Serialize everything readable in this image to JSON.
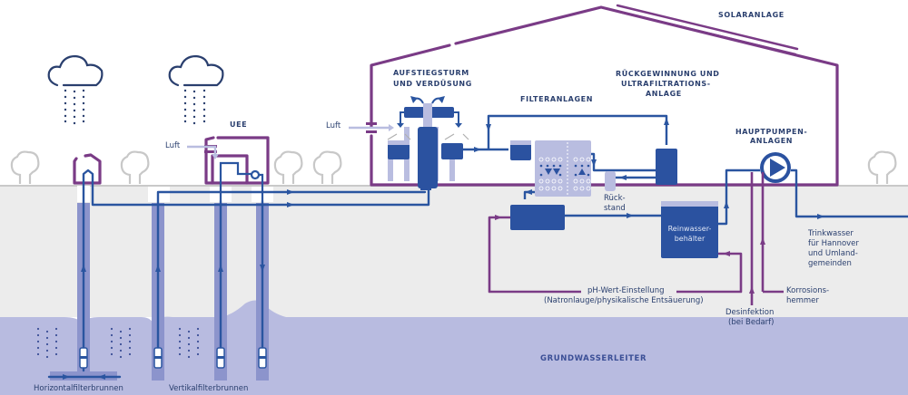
{
  "colors": {
    "pipe_blue": "#2a55a0",
    "tank_blue": "#2b52a0",
    "purple": "#7a3b86",
    "light_purple": "#b9bde0",
    "ground": "#ececec",
    "aquifer": "#b8bbe0",
    "well_shaft": "#8c94cc",
    "tree_gray": "#c8c8c8",
    "text_dark": "#2a3f6e"
  },
  "headings": {
    "solaranlage": "SOLARANLAGE",
    "aufstiegsturm_line1": "AUFSTIEGSTURM",
    "aufstiegsturm_line2": "UND VERDÜSUNG",
    "filteranlagen": "FILTERANLAGEN",
    "rueckgewinnung_line1": "RÜCKGEWINNUNG UND",
    "rueckgewinnung_line2": "ULTRAFILTRATIONS-",
    "rueckgewinnung_line3": "ANLAGE",
    "hauptpumpen_line1": "HAUPTPUMPEN-",
    "hauptpumpen_line2": "ANLAGEN",
    "uee": "UEE",
    "grundwasserleiter": "GRUNDWASSERLEITER"
  },
  "labels": {
    "luft_left": "Luft",
    "luft_right": "Luft",
    "rueckstand_line1": "Rück-",
    "rueckstand_line2": "stand",
    "reinwasser_line1": "Reinwasser-",
    "reinwasser_line2": "behälter",
    "trinkwasser_line1": "Trinkwasser",
    "trinkwasser_line2": "für Hannover",
    "trinkwasser_line3": "und Umland-",
    "trinkwasser_line4": "gemeinden",
    "ph_line1": "pH-Wert-Einstellung",
    "ph_line2": "(Natronlauge/physikalische Entsäuerung)",
    "desinfektion_line1": "Desinfektion",
    "desinfektion_line2": "(bei Bedarf)",
    "korrosion_line1": "Korrosions-",
    "korrosion_line2": "hemmer",
    "horizontalfilterbrunnen": "Horizontalfilterbrunnen",
    "vertikalfilterbrunnen": "Vertikalfilterbrunnen"
  },
  "icons": {
    "cloud": "rain-cloud-icon",
    "tree": "tree-icon",
    "pump": "pump-icon",
    "well_pump": "well-pump-icon"
  }
}
